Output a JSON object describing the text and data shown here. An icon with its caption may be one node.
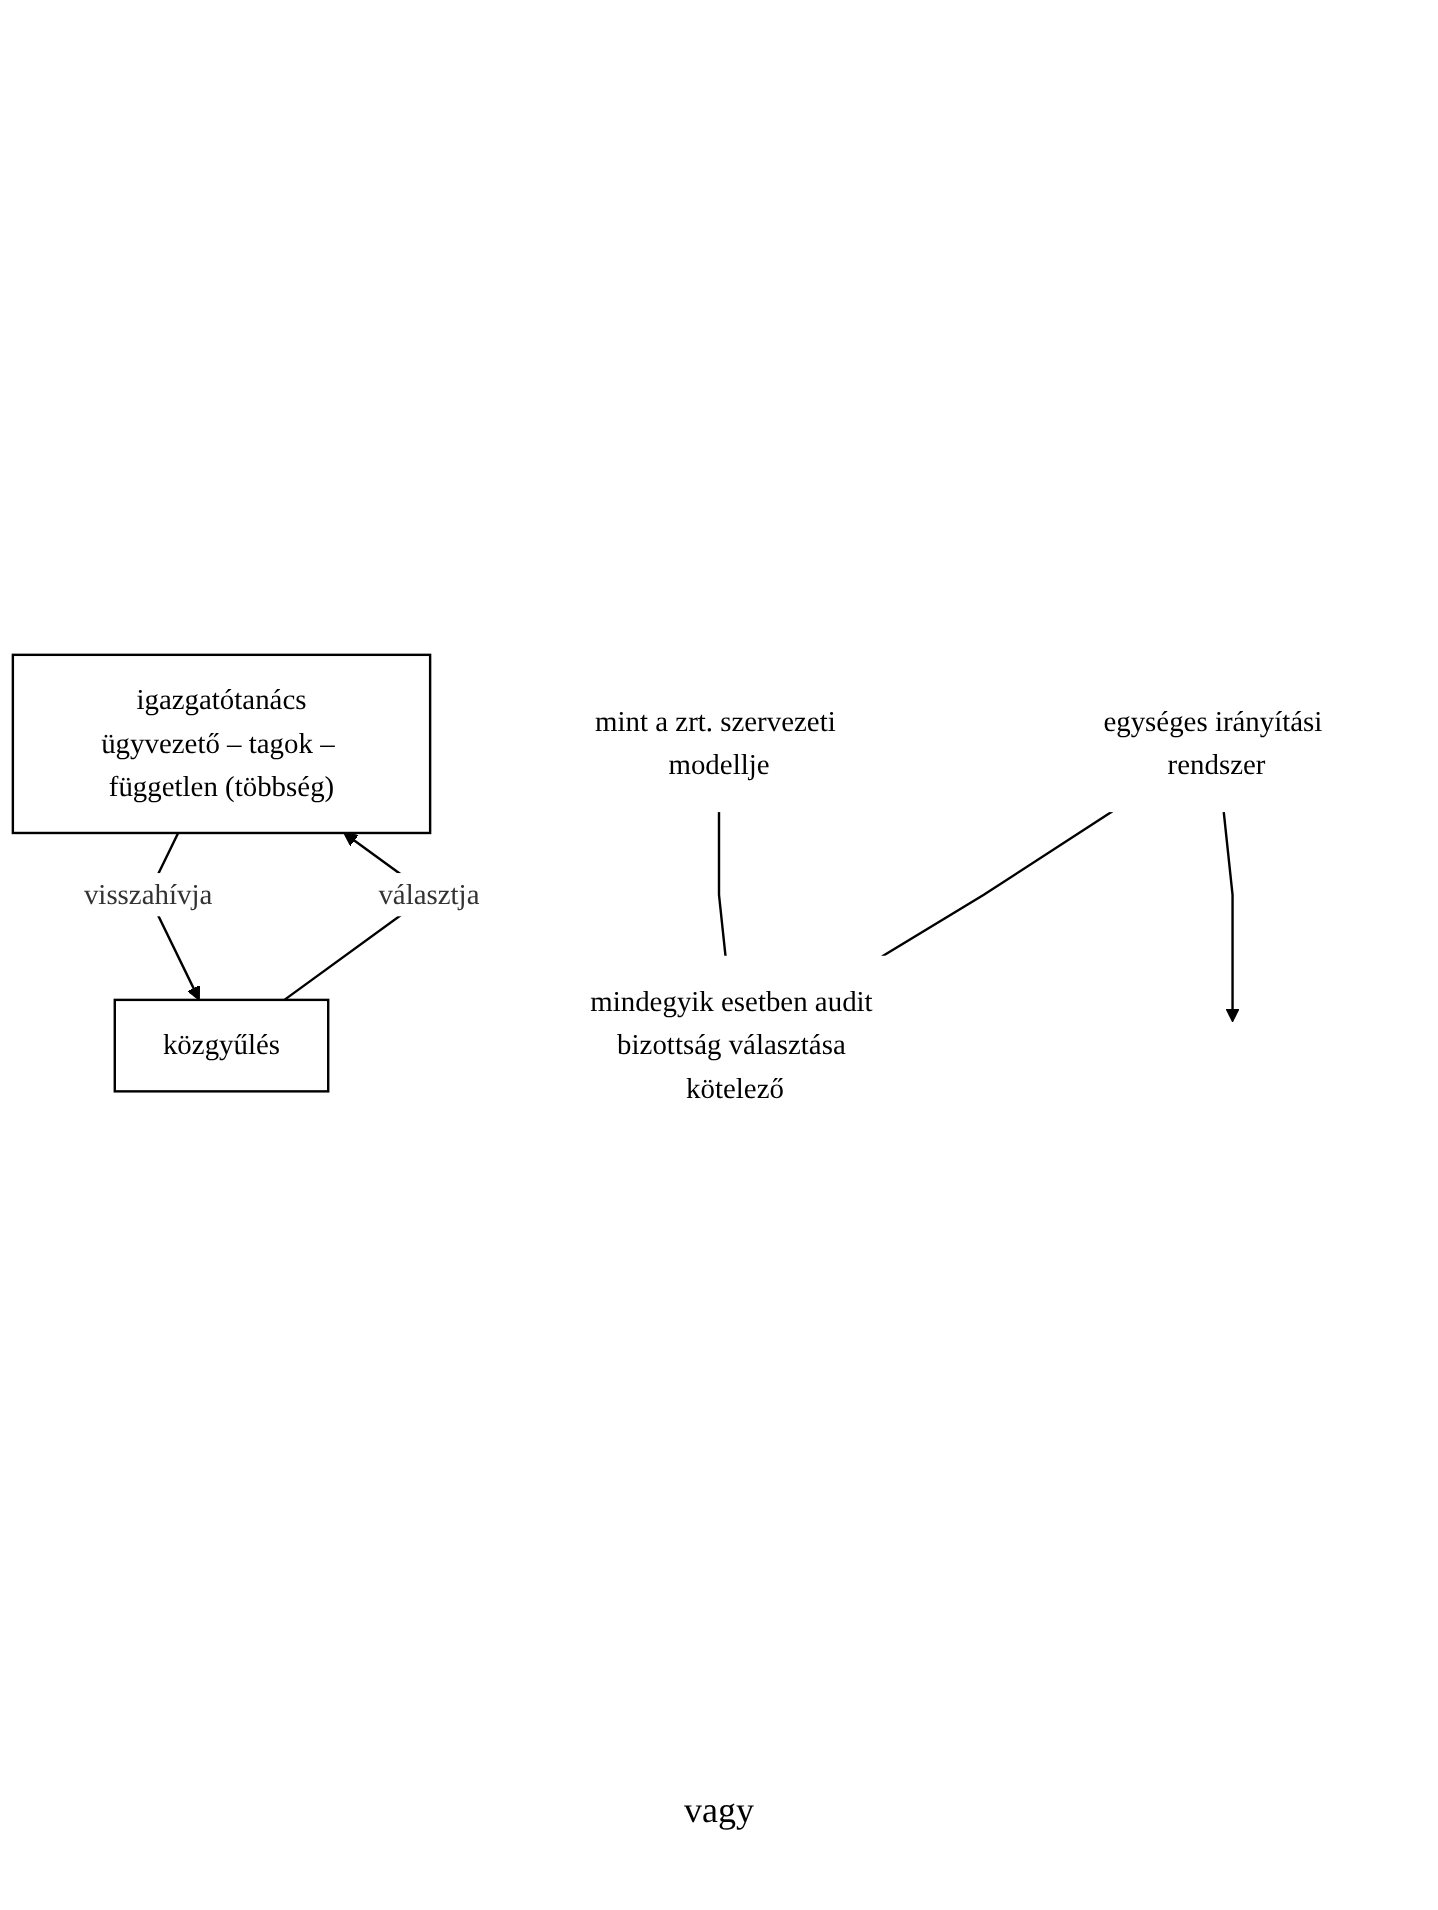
{
  "diagram": {
    "nodes": [
      {
        "text": [
          "igazgatótanács",
          "ügyvezető – tagok – független (többség)"
        ]
      },
      {
        "text": [
          "közgyűlés"
        ]
      },
      {
        "text": [
          "mint a zrt. szervezeti modellje"
        ]
      },
      {
        "text": [
          "egységes irányítási rendszer"
        ]
      },
      {
        "text": [
          "mindegyik esetben audit bizottság választása kötelező"
        ]
      }
    ],
    "edges": [
      {
        "from": 1,
        "to": 0,
        "arrow": "to",
        "label": "választja"
      },
      {
        "from": 0,
        "to": 1,
        "arrow": "to",
        "label": "visszahívja"
      },
      {
        "from": 3,
        "to": null,
        "arrow": "to"
      },
      {
        "from": 2,
        "to": 4,
        "arrow": "none"
      },
      {
        "from": 3,
        "to": 4,
        "arrow": "none"
      }
    ],
    "labels": [
      "vagy"
    ]
  }
}
